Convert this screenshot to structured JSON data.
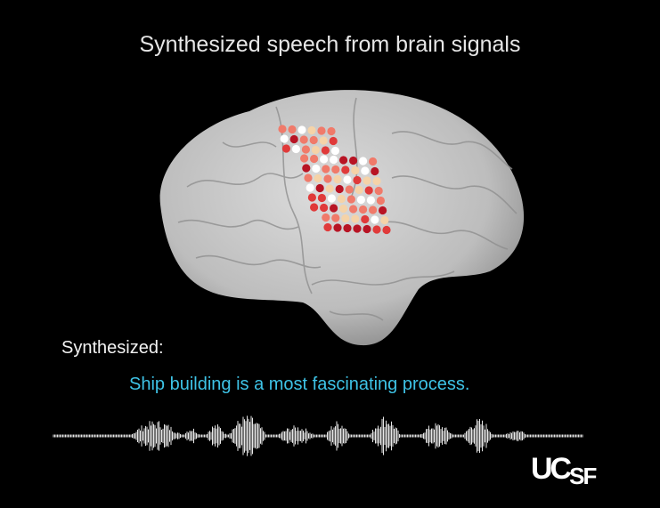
{
  "title": "Synthesized speech from brain signals",
  "label": "Synthesized:",
  "sentence": "Ship building is a most fascinating process.",
  "logo": {
    "main": "UC",
    "sub": "SF"
  },
  "colors": {
    "sentence": "#3ec3e6",
    "electrode_palette": [
      "#ffffff",
      "#f5d3a8",
      "#f07a6a",
      "#e03a3a",
      "#b81424"
    ]
  }
}
